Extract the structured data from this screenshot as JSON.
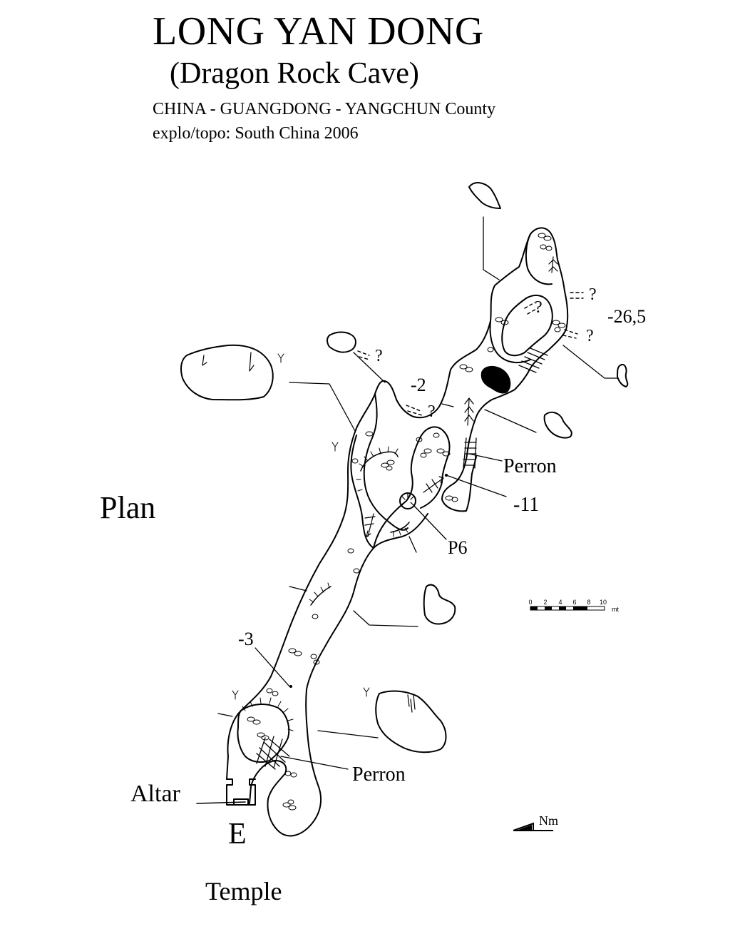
{
  "title": "LONG YAN DONG",
  "subtitle": "(Dragon Rock Cave)",
  "location": "CHINA - GUANGDONG - YANGCHUN County",
  "credits": "explo/topo: South China 2006",
  "view_label": "Plan",
  "labels": {
    "perron_upper": "Perron",
    "perron_lower": "Perron",
    "depth_minus11": "-11",
    "pit_p6": "P6",
    "depth_minus2": "-2",
    "depth_minus3": "-3",
    "depth_minus26_5": "-26,5",
    "unknown": "?",
    "altar": "Altar",
    "entrance": "E",
    "temple": "Temple",
    "north": "Nm"
  },
  "scale_bar": {
    "ticks": [
      "0",
      "2",
      "4",
      "6",
      "8",
      "10"
    ],
    "unit": "mt"
  },
  "icons": [
    "north-arrow-icon",
    "boulder-icon",
    "slope-arrow-icon",
    "stairs-icon"
  ]
}
